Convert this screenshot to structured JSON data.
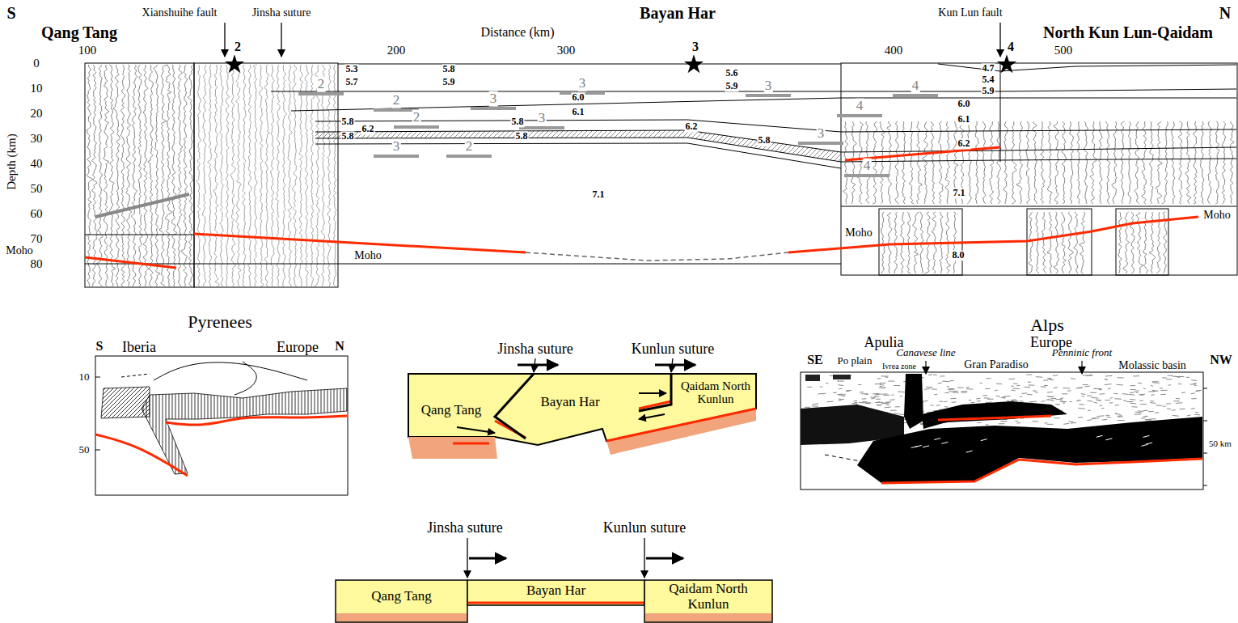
{
  "diagram": {
    "nodes": [
      {
        "text": [
          "Qang Tang"
        ]
      },
      {
        "text": [
          "Bayan Har"
        ]
      },
      {
        "text": [
          "Qaidam North Kunlun"
        ]
      },
      {
        "text": [
          "Qang Tang"
        ]
      },
      {
        "text": [
          "Bayan Har"
        ]
      },
      {
        "text": [
          "Qaidam North Kunlun"
        ]
      }
    ],
    "labels": [
      "S",
      "Qang Tang",
      "Xianshuihe fault",
      "Jinsha suture",
      "2",
      "Distance (km)",
      "Bayan Har",
      "3",
      "Kun Lun fault",
      "N",
      "North Kun Lun-Qaidam",
      "4",
      "100",
      "200",
      "300",
      "400",
      "500",
      "0",
      "10",
      "20",
      "30",
      "40",
      "50",
      "60",
      "70",
      "80",
      "Depth (km)",
      "5.3",
      "5.8",
      "5.6",
      "4.7",
      "5.4",
      "5.7",
      "5.9",
      "5.9",
      "5.9",
      "6.0",
      "6.0",
      "6.1",
      "6.1",
      "5.8",
      "5.8",
      "6.2",
      "6.2",
      "5.8",
      "5.8",
      "5.8",
      "6.2",
      "7.1",
      "7.1",
      "8.0",
      "2",
      "3",
      "3",
      "4",
      "2",
      "3",
      "4",
      "3",
      "2",
      "3",
      "3",
      "2",
      "4",
      "Moho",
      "Moho",
      "Moho",
      "Moho",
      "Pyrenees",
      "S",
      "Iberia",
      "Europe",
      "N",
      "10",
      "50",
      "Jinsha suture",
      "Kunlun suture",
      "Alps",
      "Apulia",
      "Europe",
      "SE",
      "Po plain",
      "Ivrea zone",
      "Canavese line",
      "Gran Paradiso",
      "Penninic front",
      "Molassic basin",
      "NW",
      "50 km",
      "Jinsha suture",
      "Kunlun suture"
    ]
  }
}
